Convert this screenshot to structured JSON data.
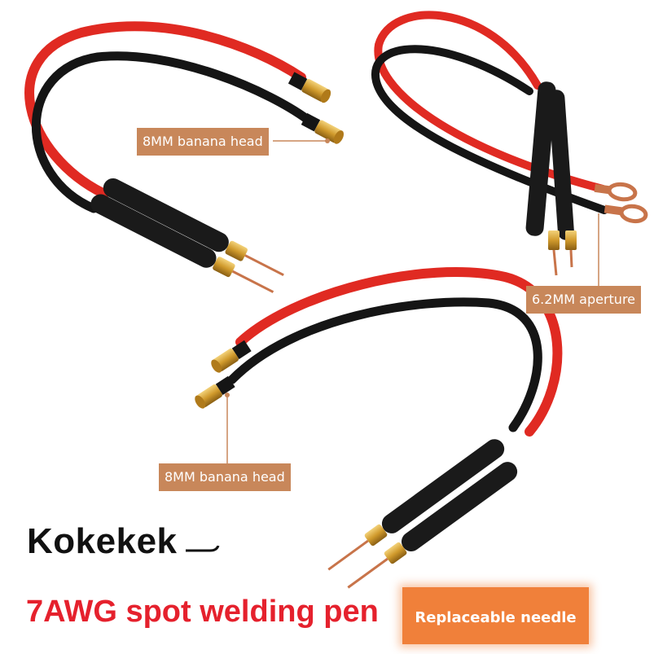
{
  "labels": {
    "banana_head_top": "8MM banana head",
    "aperture": "6.2MM aperture",
    "banana_head_bottom": "8MM banana head"
  },
  "brand": "Kokekek",
  "title": "7AWG spot welding pen",
  "badge": "Replaceable needle",
  "colors": {
    "label_bg": "#c8875a",
    "title_red": "#e5212d",
    "badge_orange": "#f0803a",
    "cable_red": "#e02a22",
    "cable_black": "#151515",
    "brass": "#d7a437",
    "copper": "#c8744a"
  }
}
